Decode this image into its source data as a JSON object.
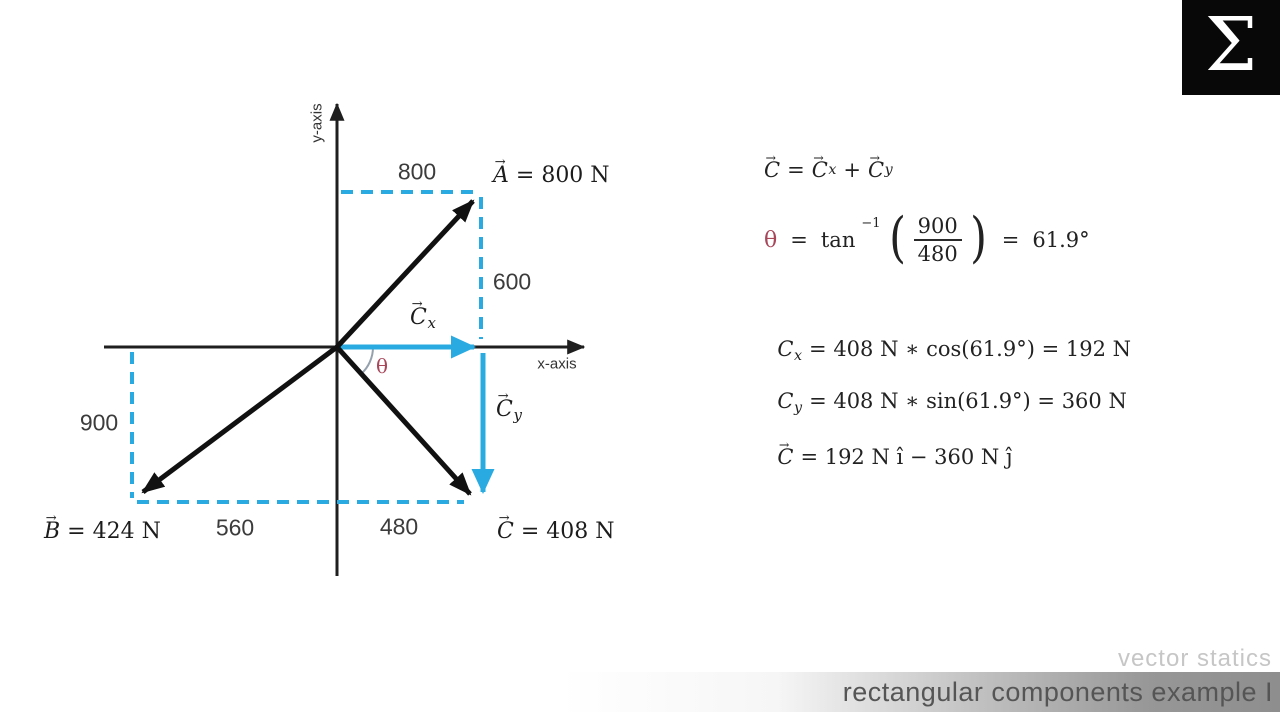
{
  "branding": {
    "logo_glyph": "Σ"
  },
  "notation": {
    "vec": "→"
  },
  "diagram": {
    "y_axis_label": "y-axis",
    "x_axis_label": "x-axis",
    "dims": {
      "a_x": "800",
      "a_y": "600",
      "b_y": "900",
      "b_x": "560",
      "c_x": "480"
    },
    "vectors": {
      "a": {
        "base": "A",
        "rest": "= 800 N"
      },
      "b": {
        "base": "B",
        "rest": "= 424 N"
      },
      "c": {
        "base": "C",
        "rest": "= 408 N"
      },
      "cx": {
        "base": "C",
        "sub": "x"
      },
      "cy": {
        "base": "C",
        "sub": "y"
      }
    },
    "theta_symbol": "θ"
  },
  "equations": {
    "line1": {
      "lhs_base": "C",
      "eq": "=",
      "t1_base": "C",
      "t1_sub": "x",
      "op": "+",
      "t2_base": "C",
      "t2_sub": "y"
    },
    "line2": {
      "theta": "θ",
      "eq": "=",
      "fn": "tan",
      "exp": "−1",
      "open": "(",
      "num": "900",
      "den": "480",
      "close": ")",
      "eq2": "=",
      "result": "61.9°"
    },
    "line3": {
      "base": "C",
      "sub": "x",
      "rest": "= 408 N ∗ cos(61.9°) = 192 N"
    },
    "line4": {
      "base": "C",
      "sub": "y",
      "rest": "= 408 N ∗ sin(61.9°) = 360 N"
    },
    "line5": {
      "base": "C",
      "rest": "= 192 N î − 360 N ĵ"
    }
  },
  "footer": {
    "series": "vector statics",
    "title": "rectangular components example I"
  },
  "colors": {
    "accent_cyan": "#29abe2",
    "theta_red": "#a8465a",
    "vector_black": "#111111",
    "bar_gray": "#8e8e8e"
  }
}
